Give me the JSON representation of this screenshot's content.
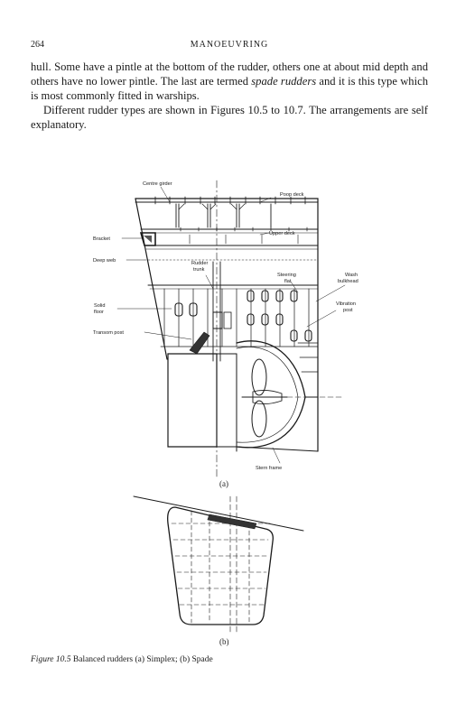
{
  "header": {
    "page_number": "264",
    "running_head": "MANOEUVRING"
  },
  "paragraphs": {
    "p1_a": "hull. Some have a pintle at the bottom of the rudder, others one at about mid depth and others have no lower pintle. The last are termed ",
    "p1_em": "spade rudders",
    "p1_b": " and it is this type which is most commonly fitted in warships.",
    "p2": "Different rudder types are shown in Figures 10.5 to 10.7. The arrangements are self explanatory."
  },
  "figure": {
    "labels": {
      "centre_girder": "Centre girder",
      "poop_deck": "Poop deck",
      "upper_deck": "Upper deck",
      "bracket": "Bracket",
      "deep_web": "Deep web",
      "rudder_trunk_1": "Rudder",
      "rudder_trunk_2": "trunk",
      "steering_flat_1": "Steering",
      "steering_flat_2": "flat",
      "wash_bulkhead_1": "Wash",
      "wash_bulkhead_2": "bulkhead",
      "vibration_post_1": "Vibration",
      "vibration_post_2": "post",
      "solid_floor_1": "Solid",
      "solid_floor_2": "floor",
      "transom_post": "Transom post",
      "stern_frame": "Stern frame"
    },
    "subfig_a": "(a)",
    "subfig_b": "(b)"
  },
  "caption": {
    "figure_label": "Figure 10.5",
    "text": " Balanced rudders (a) Simplex; (b) Spade"
  }
}
